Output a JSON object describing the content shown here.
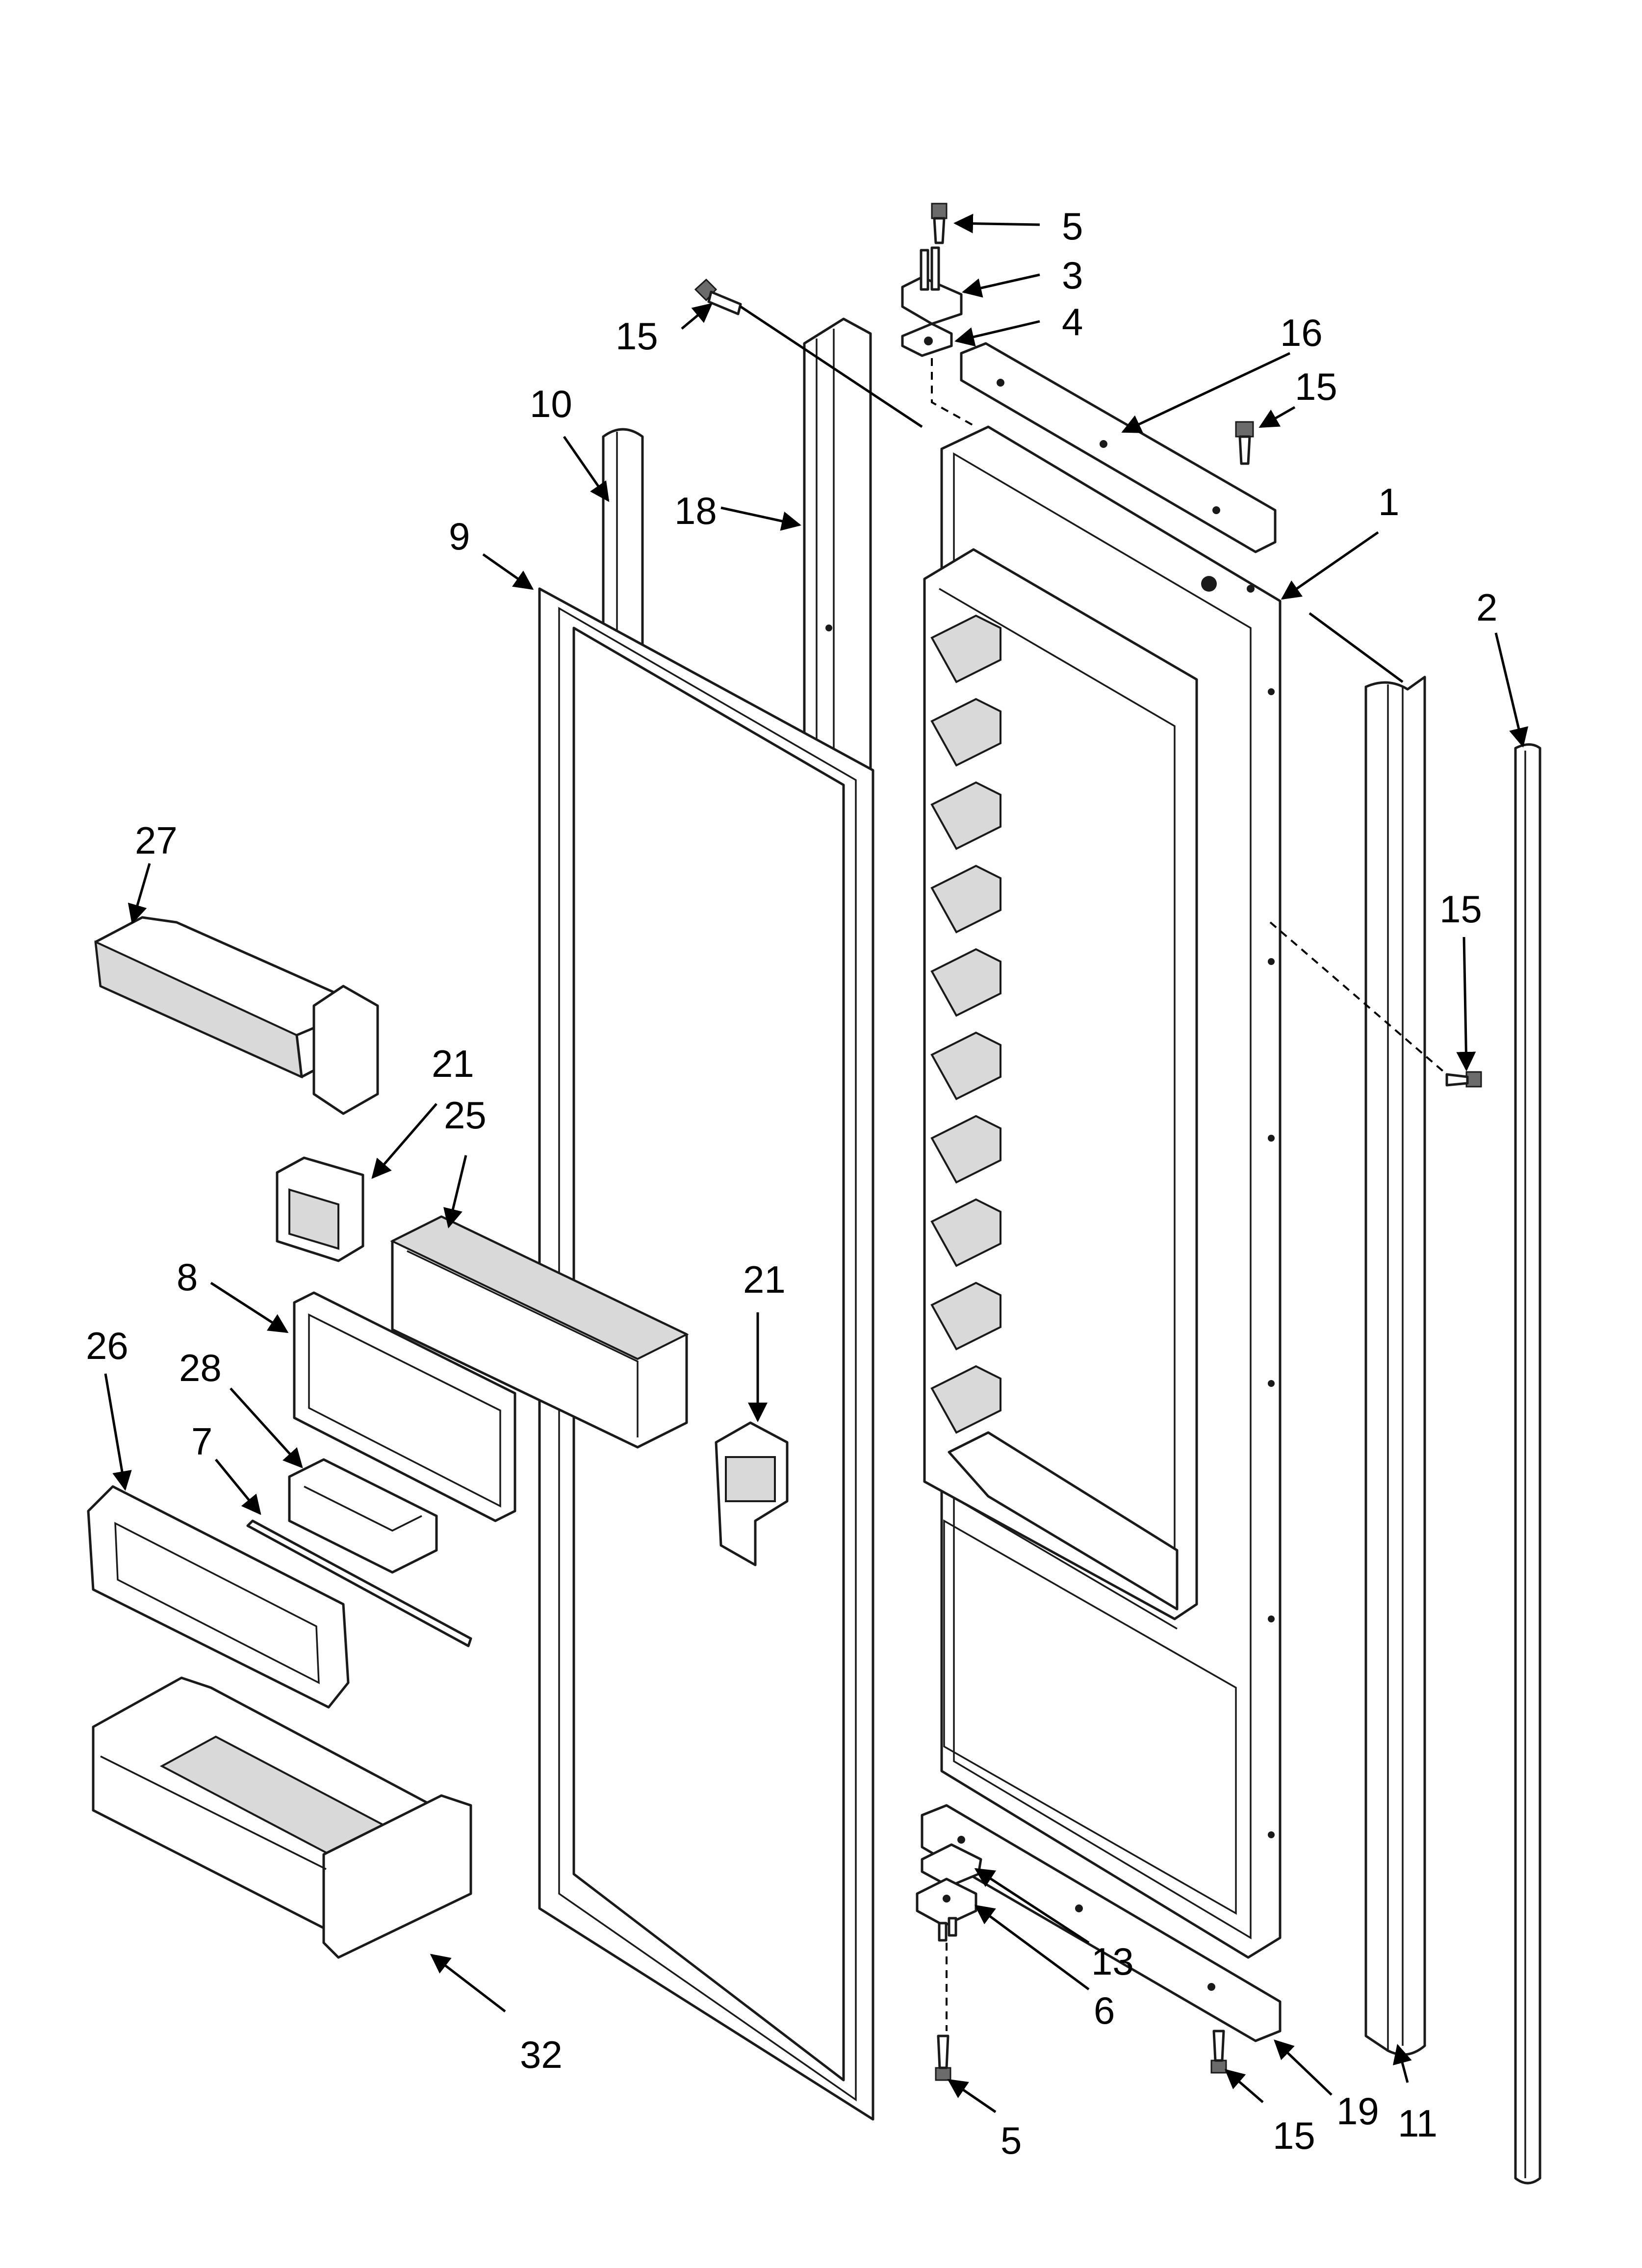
{
  "callouts": {
    "c1": "1",
    "c2": "2",
    "c3": "3",
    "c4": "4",
    "c5a": "5",
    "c5b": "5",
    "c6": "6",
    "c7": "7",
    "c8": "8",
    "c9": "9",
    "c10": "10",
    "c11": "11",
    "c13": "13",
    "c15a": "15",
    "c15b": "15",
    "c15c": "15",
    "c15d": "15",
    "c16": "16",
    "c18": "18",
    "c19": "19",
    "c21a": "21",
    "c21b": "21",
    "c25": "25",
    "c26": "26",
    "c27": "27",
    "c28": "28",
    "c32": "32"
  },
  "colors": {
    "line": "#1a1a1a",
    "background": "#ffffff",
    "shade": "#d9d9d9"
  }
}
